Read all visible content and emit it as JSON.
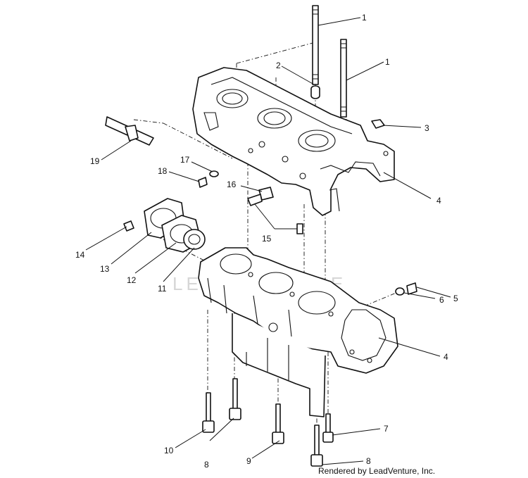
{
  "callouts": [
    {
      "id": "1a",
      "label": "1"
    },
    {
      "id": "1b",
      "label": "1"
    },
    {
      "id": "2",
      "label": "2"
    },
    {
      "id": "3",
      "label": "3"
    },
    {
      "id": "4a",
      "label": "4"
    },
    {
      "id": "4b",
      "label": "4"
    },
    {
      "id": "5",
      "label": "5"
    },
    {
      "id": "6",
      "label": "6"
    },
    {
      "id": "7",
      "label": "7"
    },
    {
      "id": "8a",
      "label": "8"
    },
    {
      "id": "8b",
      "label": "8"
    },
    {
      "id": "9",
      "label": "9"
    },
    {
      "id": "10",
      "label": "10"
    },
    {
      "id": "11",
      "label": "11"
    },
    {
      "id": "12",
      "label": "12"
    },
    {
      "id": "13",
      "label": "13"
    },
    {
      "id": "14",
      "label": "14"
    },
    {
      "id": "15",
      "label": "15"
    },
    {
      "id": "16",
      "label": "16"
    },
    {
      "id": "17",
      "label": "17"
    },
    {
      "id": "18",
      "label": "18"
    },
    {
      "id": "19",
      "label": "19"
    }
  ],
  "watermark": "LEADVENTURE",
  "footer": {
    "credit": "Rendered by LeadVenture, Inc."
  }
}
